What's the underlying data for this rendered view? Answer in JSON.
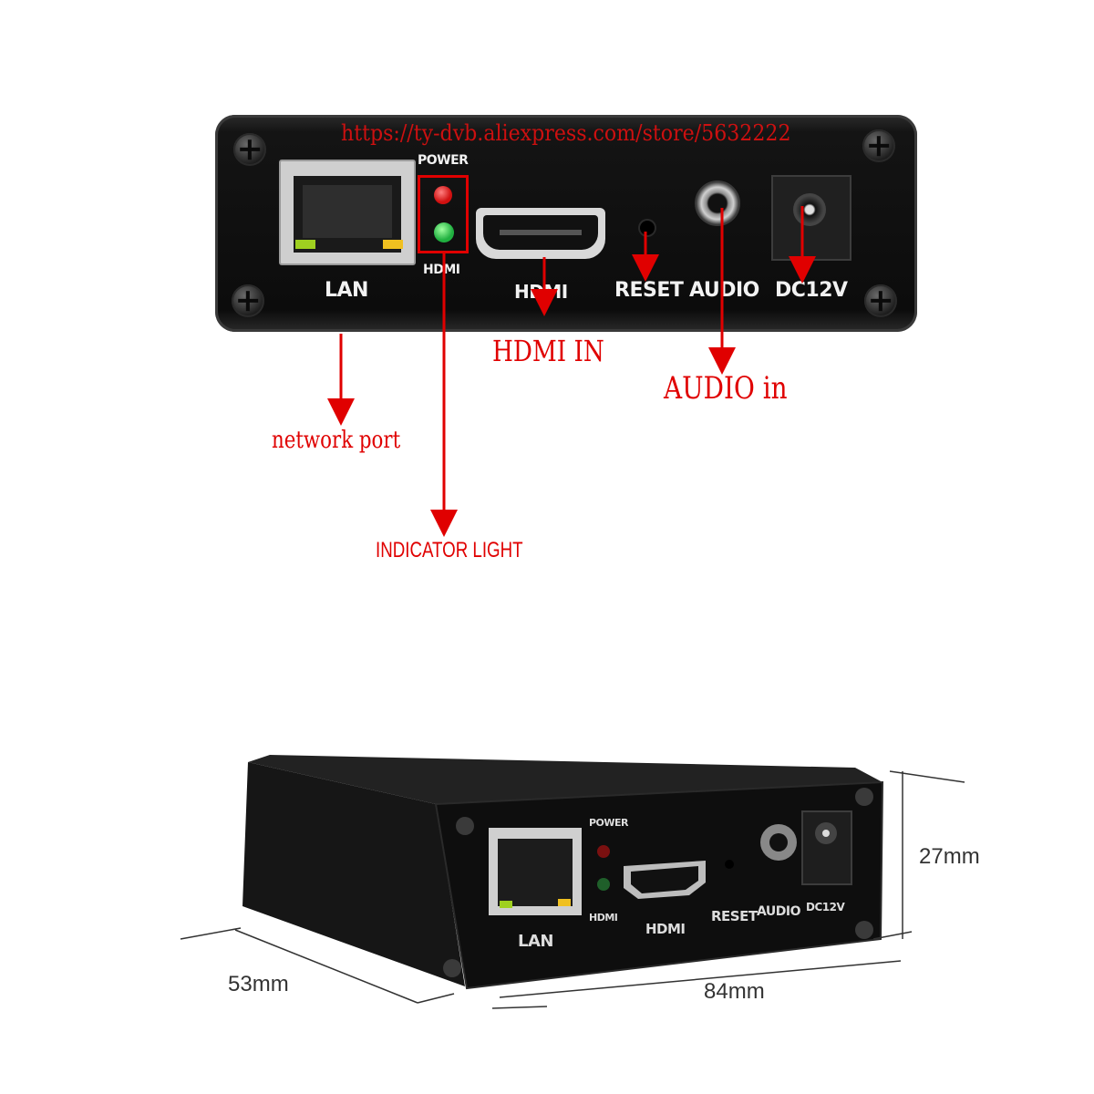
{
  "watermark": "https://ty-dvb.aliexpress.com/store/5632222",
  "front_panel": {
    "leds_title": "POWER",
    "leds_bottom": "HDMI",
    "ports": [
      "LAN",
      "HDMI",
      "RESET",
      "AUDIO",
      "DC12V"
    ]
  },
  "annotations": {
    "hdmi_in": "HDMI IN",
    "audio_in": "AUDIO in",
    "network_port": "network port",
    "indicator_light": "INDICATOR LIGHT"
  },
  "box_photo": {
    "leds_title": "POWER",
    "leds_bottom": "HDMI",
    "ports": [
      "LAN",
      "HDMI",
      "RESET",
      "AUDIO",
      "DC12V"
    ]
  },
  "dimensions": {
    "height": "27mm",
    "depth": "53mm",
    "width": "84mm"
  },
  "colors": {
    "annotation": "#e00000",
    "power_led": "#e02020",
    "hdmi_led": "#20c040"
  }
}
